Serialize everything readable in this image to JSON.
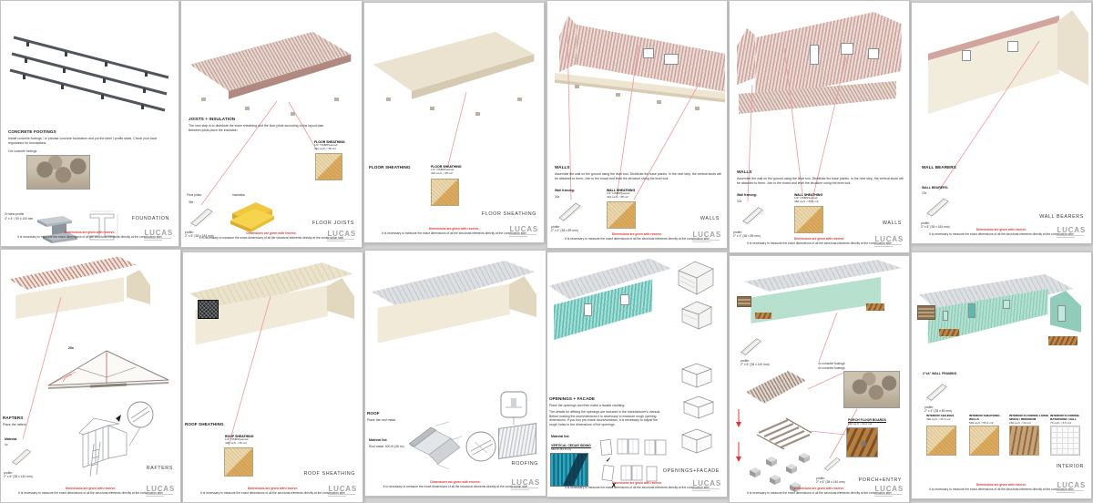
{
  "footer": {
    "warning": "Dimensions are given with reserve.",
    "disclaimer": "It is necessary to measure the exact dimensions of all the structural elements directly at the construction site!",
    "brand": "LUCAS"
  },
  "colors": {
    "accent_red": "#e23434",
    "callout_line": "#ef96a0",
    "teal_siding": "#2ba8bf",
    "mint_wall": "#a8dbc8",
    "osb_light": "#ecd9ae",
    "osb_dark": "#dcab60"
  },
  "pages": {
    "foundation": {
      "heading": "CONCRETE FOOTINGS",
      "body": "Install concrete footings / or precast concrete foundation and put the steel I profile skids. Check your local regulations for foundations.",
      "footings_label": "10x concrete footings",
      "steel_label": "2x steel profile",
      "steel_spec": "4\" x 4\" / 50 x 100 mm",
      "page_label": "FOUNDATION"
    },
    "joists": {
      "heading": "JOISTS + INSULATION",
      "body": "The next step is to distribute the lower sheathing and the floor joists according to the layout plan. Between joists place the insulation.",
      "sheathing": {
        "title": "FLOOR SHEATHING",
        "material": "1/2\" OSB/Plywood",
        "qty": "410 sq.ft. / 38 m2"
      },
      "joists_label": "Floor joists:",
      "joists_count": "38x",
      "insulation_label": "Insulation",
      "profile_label": "profile:",
      "profile_value": "2\" x 8\" (38 x 184 mm)",
      "page_label": "FLOOR JOISTS"
    },
    "floor_sheathing": {
      "heading": "FLOOR SHEATHING",
      "sheathing": {
        "title": "FLOOR SHEATHING",
        "material": "1/2\" OSB/Plywood",
        "qty": "410 sq.ft. / 38 m2"
      },
      "page_label": "FLOOR SHEATHING"
    },
    "walls_a": {
      "heading": "WALLS",
      "body": "Assemble the wall on the ground using the level tool. Distribute the base planks. In the next step, the vertical studs will be attached to them. Join to the board and level the structure using the level tool.",
      "framing_label": "Wall framing:",
      "framing_count": "34x",
      "sheathing": {
        "title": "WALL SHEATHING",
        "material": "1/2\" OSB/Plywood",
        "qty": "410 sq.ft. / 38 m2"
      },
      "profile_label": "profile:",
      "profile_value": "2\" x 4\" (38 x 89 mm)",
      "page_label": "WALLS"
    },
    "walls_b": {
      "heading": "WALLS",
      "body": "Assemble the wall on the ground using the level tool. Distribute the base planks. In the next step, the vertical studs will be attached to them. Join to the board and level the structure using the level tool.",
      "framing_label": "Wall framing:",
      "framing_count": "32x",
      "sheathing": {
        "title": "WALL SHEATHING",
        "material": "1/2\" OSB/Plywood",
        "qty": "380 sq.ft. / 35.3 m2"
      },
      "profile_label": "profile:",
      "profile_value": "2\" x 4\" (38 x 89 mm)",
      "page_label": "WALLS"
    },
    "bearers": {
      "heading": "WALL BEARERS",
      "bearers_label": "WALL BEARERS:",
      "bearers_count": "10x",
      "profile_label": "profile:",
      "profile_value": "2\" x 8\" (38 x 184 mm)",
      "page_label": "WALL BEARERS"
    },
    "rafters": {
      "heading": "RAFTERS",
      "body": "Place the rafters.",
      "truss_count": "20x",
      "material_label": "Material:",
      "material_count": "4x",
      "profile_label": "profile:",
      "profile_value": "2\" x 6\" (38 x 140 mm)",
      "page_label": "RAFTERS"
    },
    "roof_sheathing": {
      "heading": "ROOF SHEATHING",
      "sheathing": {
        "title": "ROOF SHEATHING",
        "material": "1/2\" OSB/Plywood",
        "qty": "400 sq.ft. / 36 m2"
      },
      "page_label": "ROOF SHEATHING"
    },
    "roof": {
      "heading": "ROOF",
      "body": "Place the roof metal.",
      "material_label": "Material list:",
      "material_value": "Roof metal: 400 ft² (36 m²)",
      "page_label": "ROOFING"
    },
    "openings": {
      "heading": "OPENINGS + FACADE",
      "body1": "Place the openings and then make a facade cladding.",
      "body2": "The details for affixing the openings are included in the manufacturer's manual. Before making the doors/windows it is necessary to measure rough opening dimensions. If you buy pre-made doors/windows, it is necessary to adjust the rough holes to the dimensions of the openings.",
      "material_label": "Material list:",
      "siding_title": "VERTICAL CEDAR SIDING",
      "siding_qty": "661 ft² (61.5 m²)",
      "check": "✓",
      "cross": "✗",
      "page_label": "OPENINGS+FACADE"
    },
    "porch": {
      "footings_label_1": "4x concrete footings",
      "footings_label_2": "4x concrete footings",
      "boards_title": "PORCH FLOOR BOARDS",
      "boards_qty": "110 sq.ft. / 10.2 m2",
      "profile_label": "profile:",
      "profile_value": "2\" x 6\" (38 x 140 mm)",
      "profile_label_2": "profile:",
      "profile_value_2": "2\" x 6\" (38 x 140 mm)",
      "page_label": "PORCH+ENTRY"
    },
    "interior": {
      "heading": "2\"x4\" WALL FRAMING",
      "profile_label": "profile:",
      "profile_value": "2\" x 4\" (38 x 89 mm)",
      "swatches": [
        {
          "title": "INTERIOR CEILINGS",
          "qty": "390 sq.ft. / 36.3 m2"
        },
        {
          "title": "INTERIOR SHEATHING - WALLS",
          "qty": "590 sq.ft. / 55.4 m2"
        },
        {
          "title": "INTERIOR FLOORING LIVING SPACE / BEDROOM",
          "qty": "260 sq.ft. / 24 m2"
        },
        {
          "title": "INTERIOR FLOORING BATHROOM / HALL",
          "qty": "70 sq.ft. / 6.5 m2"
        }
      ],
      "page_label": "INTERIOR"
    }
  }
}
